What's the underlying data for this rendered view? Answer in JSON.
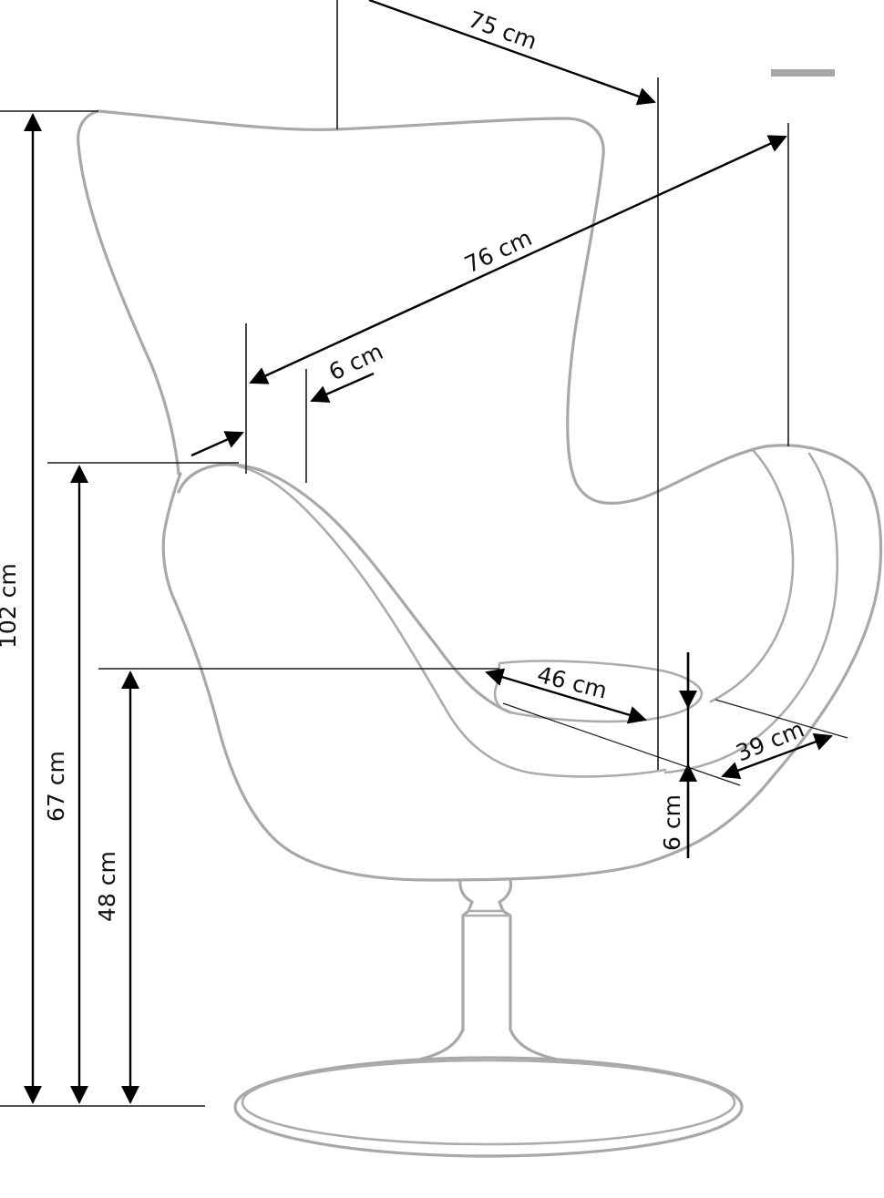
{
  "labels": {
    "width_top": "75 cm",
    "depth_diagonal": "76 cm",
    "armrest_thickness": "6 cm",
    "total_height": "102 cm",
    "armrest_height": "67 cm",
    "seat_height": "48 cm",
    "seat_depth": "46 cm",
    "seat_width": "39 cm",
    "seat_thickness": "6 cm"
  },
  "colors": {
    "outline": "#a8a8a8",
    "dimension": "#000000"
  }
}
